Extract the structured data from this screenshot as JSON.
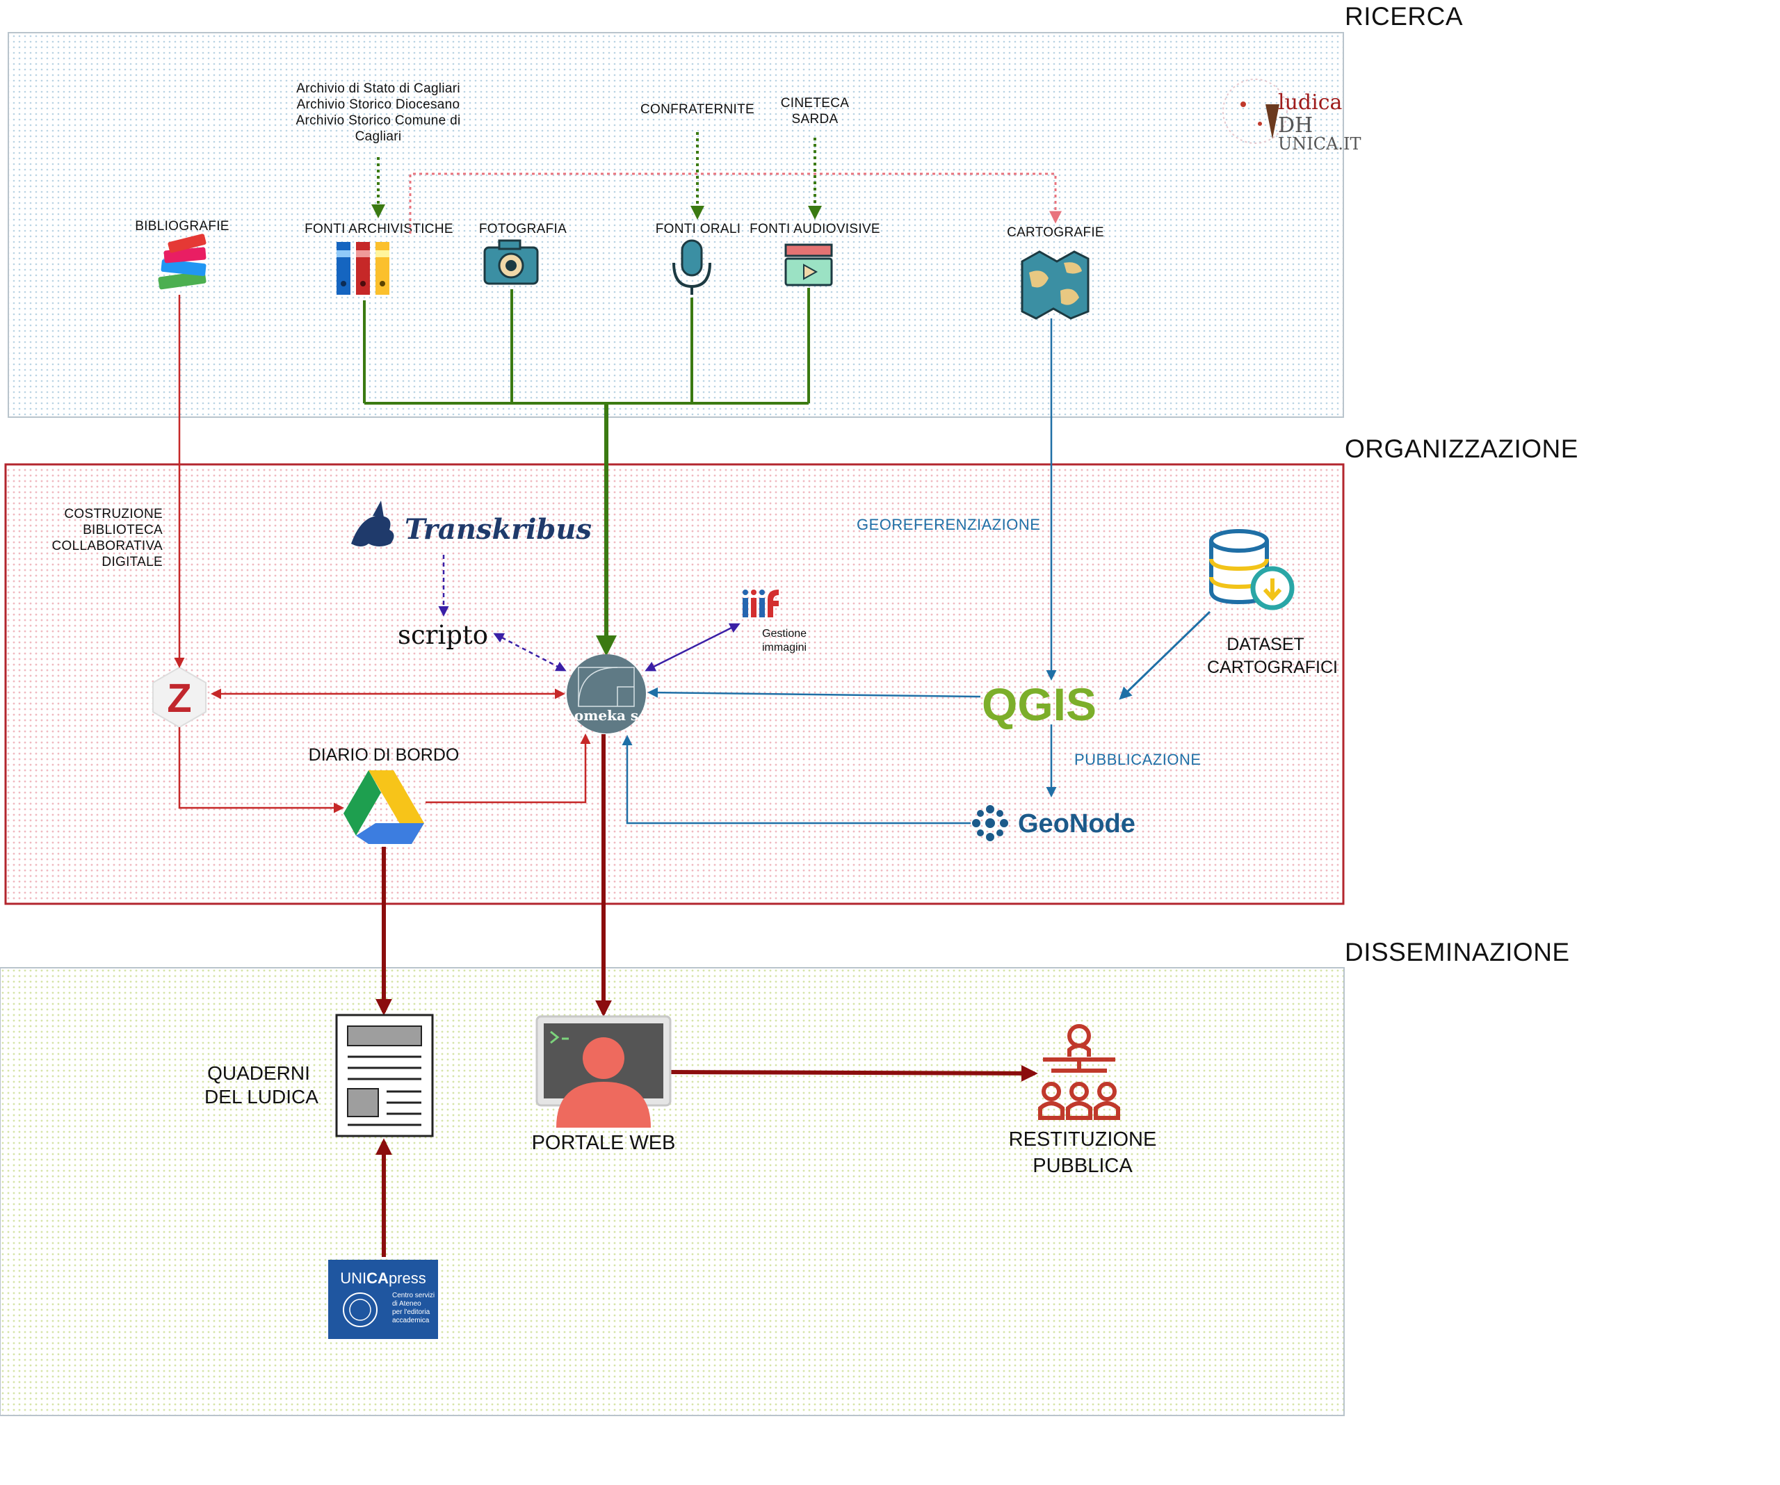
{
  "sections": {
    "ricerca": "RICERCA",
    "organizzazione": "ORGANIZZAZIONE",
    "disseminazione": "DISSEMINAZIONE"
  },
  "ricerca": {
    "archives": [
      "Archivio di Stato di Cagliari",
      "Archivio Storico Diocesano",
      "Archivio Storico Comune di",
      "Cagliari"
    ],
    "confraternite": "CONFRATERNITE",
    "cineteca": [
      "CINETECA",
      "SARDA"
    ],
    "bibliografie": "BIBLIOGRAFIE",
    "fonti_archivistiche": "FONTI ARCHIVISTICHE",
    "fotografia": "FOTOGRAFIA",
    "fonti_orali": "FONTI ORALI",
    "fonti_audiovisive": "FONTI AUDIOVISIVE",
    "cartografie": "CARTOGRAFIE",
    "logo": {
      "line1": "ludica",
      "line2": "DH",
      "line3": "UNICA.IT"
    }
  },
  "organizzazione": {
    "costruzione": [
      "COSTRUZIONE",
      "BIBLIOTECA",
      "COLLABORATIVA",
      "DIGITALE"
    ],
    "transkribus": "Transkribus",
    "scripto": "scripto",
    "iiif": "iiif",
    "gestione": [
      "Gestione",
      "immagini"
    ],
    "georeferenziazione": "GEOREFERENZIAZIONE",
    "dataset": [
      "DATASET",
      "CARTOGRAFICI"
    ],
    "zotero": "Z",
    "omeka": "omeka s",
    "qgis": "QGIS",
    "diario": "DIARIO DI BORDO",
    "pubblicazione": "PUBBLICAZIONE",
    "geonode": "GeoNode"
  },
  "disseminazione": {
    "quaderni": [
      "QUADERNI",
      "DEL LUDICA"
    ],
    "portale": "PORTALE WEB",
    "restituzione": [
      "RESTITUZIONE",
      "PUBBLICA"
    ],
    "unicapress": {
      "title_a": "UNI",
      "title_b": "CA",
      "title_c": "press",
      "sub": [
        "Centro servizi",
        "di Ateneo",
        "per l'editoria",
        "accademica"
      ]
    }
  },
  "colors": {
    "green": "#3b7a12",
    "darkred": "#8b0d0d",
    "red": "#c62828",
    "blue": "#1f6fa6",
    "purple": "#3a1fa6",
    "qgis": "#7cae2a",
    "geonode": "#1c5a8a"
  }
}
